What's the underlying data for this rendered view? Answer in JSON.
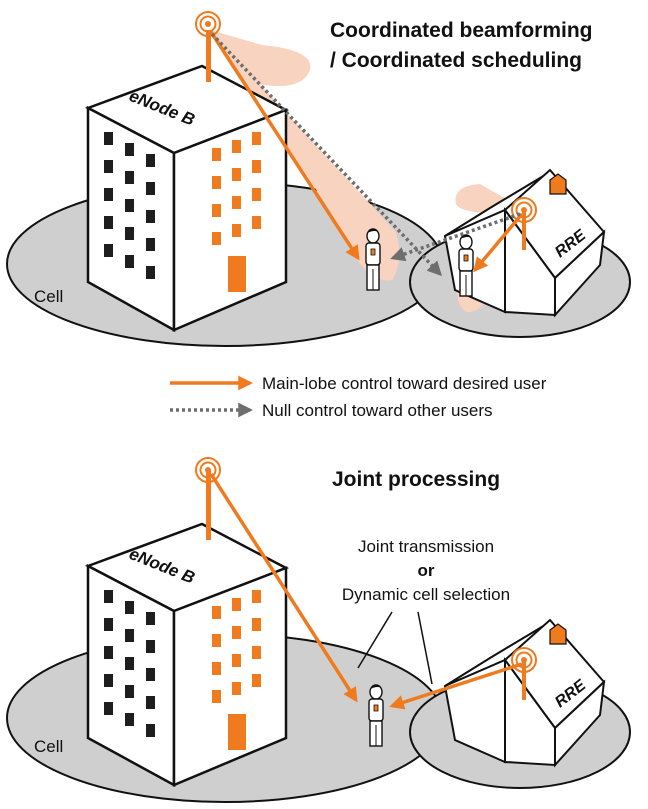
{
  "top_panel": {
    "title_line1": "Coordinated beamforming",
    "title_line2": "/ Coordinated scheduling",
    "building_label": "eNode B",
    "house_label": "RRE",
    "cell_label": "Cell"
  },
  "legend": {
    "main_lobe": "Main-lobe control toward desired user",
    "null_control": "Null control toward other users"
  },
  "bottom_panel": {
    "title": "Joint processing",
    "building_label": "eNode B",
    "house_label": "RRE",
    "cell_label": "Cell",
    "note_line1": "Joint transmission",
    "note_line2": "or",
    "note_line3": "Dynamic cell selection"
  },
  "colors": {
    "accent": "#F07A1E",
    "beam": "#F8D3C0",
    "ground": "#CFCFCF",
    "null_arrow": "#6E6E6E",
    "window": "#1E1E1E"
  }
}
